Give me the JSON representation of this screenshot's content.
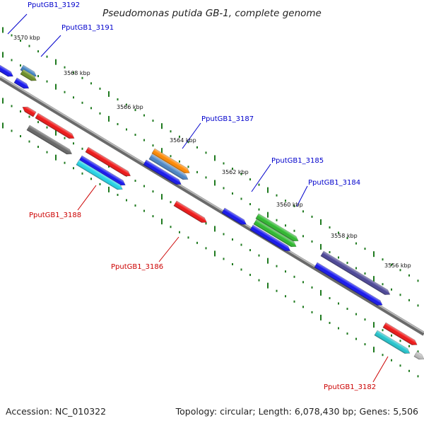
{
  "title": "Pseudomonas putida GB-1, complete genome",
  "footer": {
    "accession": "Accession: NC_010322",
    "topology": "Topology: circular; Length: 6,078,430 bp; Genes: 5,506"
  },
  "colors": {
    "backbone": "#8a8a8a",
    "tick": "#1f7a1f",
    "label_positive": "#0000cc",
    "label_negative": "#cc0000"
  },
  "scale_labels": [
    "3570 kbp",
    "3568 kbp",
    "3566 kbp",
    "3564 kbp",
    "3562 kbp",
    "3560 kbp",
    "3558 kbp",
    "3556 kbp"
  ],
  "gene_labels": [
    {
      "text": "PputGB1_3192",
      "strand": "positive"
    },
    {
      "text": "PputGB1_3191",
      "strand": "positive"
    },
    {
      "text": "PputGB1_3187",
      "strand": "positive"
    },
    {
      "text": "PputGB1_3185",
      "strand": "positive"
    },
    {
      "text": "PputGB1_3184",
      "strand": "positive"
    },
    {
      "text": "PputGB1_3188",
      "strand": "negative"
    },
    {
      "text": "PputGB1_3186",
      "strand": "negative"
    },
    {
      "text": "PputGB1_3182",
      "strand": "negative"
    }
  ],
  "features": [
    {
      "color": "#1414ee"
    },
    {
      "color": "#1414ee"
    },
    {
      "color": "#3a7ec0"
    },
    {
      "color": "#6b8e23"
    },
    {
      "color": "#ee1414"
    },
    {
      "color": "#ee1414"
    },
    {
      "color": "#666666"
    },
    {
      "color": "#ee1414"
    },
    {
      "color": "#1414ee"
    },
    {
      "color": "#22d4e6"
    },
    {
      "color": "#ff8800"
    },
    {
      "color": "#4a84c4"
    },
    {
      "color": "#1414ee"
    },
    {
      "color": "#ee1414"
    },
    {
      "color": "#1414ee"
    },
    {
      "color": "#2db82d"
    },
    {
      "color": "#2db82d"
    },
    {
      "color": "#1414ee"
    },
    {
      "color": "#4a4496"
    },
    {
      "color": "#1414ee"
    },
    {
      "color": "#ee1414"
    },
    {
      "color": "#22c4cc"
    },
    {
      "color": "#bbbbbb"
    }
  ]
}
